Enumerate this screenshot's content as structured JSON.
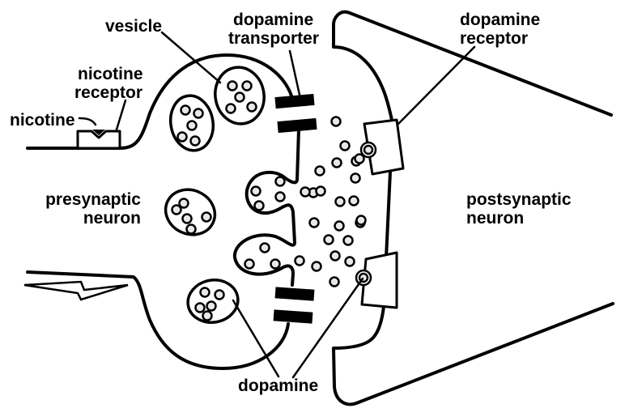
{
  "diagram": {
    "title": "Nicotine and dopamine synapse",
    "labels": {
      "vesicle": "vesicle",
      "nicotine_receptor": [
        "nicotine",
        "receptor"
      ],
      "nicotine": "nicotine",
      "dopamine_transporter": [
        "dopamine",
        "transporter"
      ],
      "dopamine_receptor": [
        "dopamine",
        "receptor"
      ],
      "presynaptic_neuron": [
        "presynaptic",
        "neuron"
      ],
      "postsynaptic_neuron": [
        "postsynaptic",
        "neuron"
      ],
      "dopamine": "dopamine"
    },
    "components": {
      "vesicles_in_terminal": 4,
      "fusing_vesicles": 2,
      "dopamine_transporters": 2,
      "dopamine_receptors": 2,
      "nicotine_receptors": 1,
      "action_potential_symbol": "lightning-bolt"
    },
    "colors": {
      "line": "#000000",
      "background": "#ffffff",
      "molecule_fill": "#e8e8e8"
    }
  }
}
